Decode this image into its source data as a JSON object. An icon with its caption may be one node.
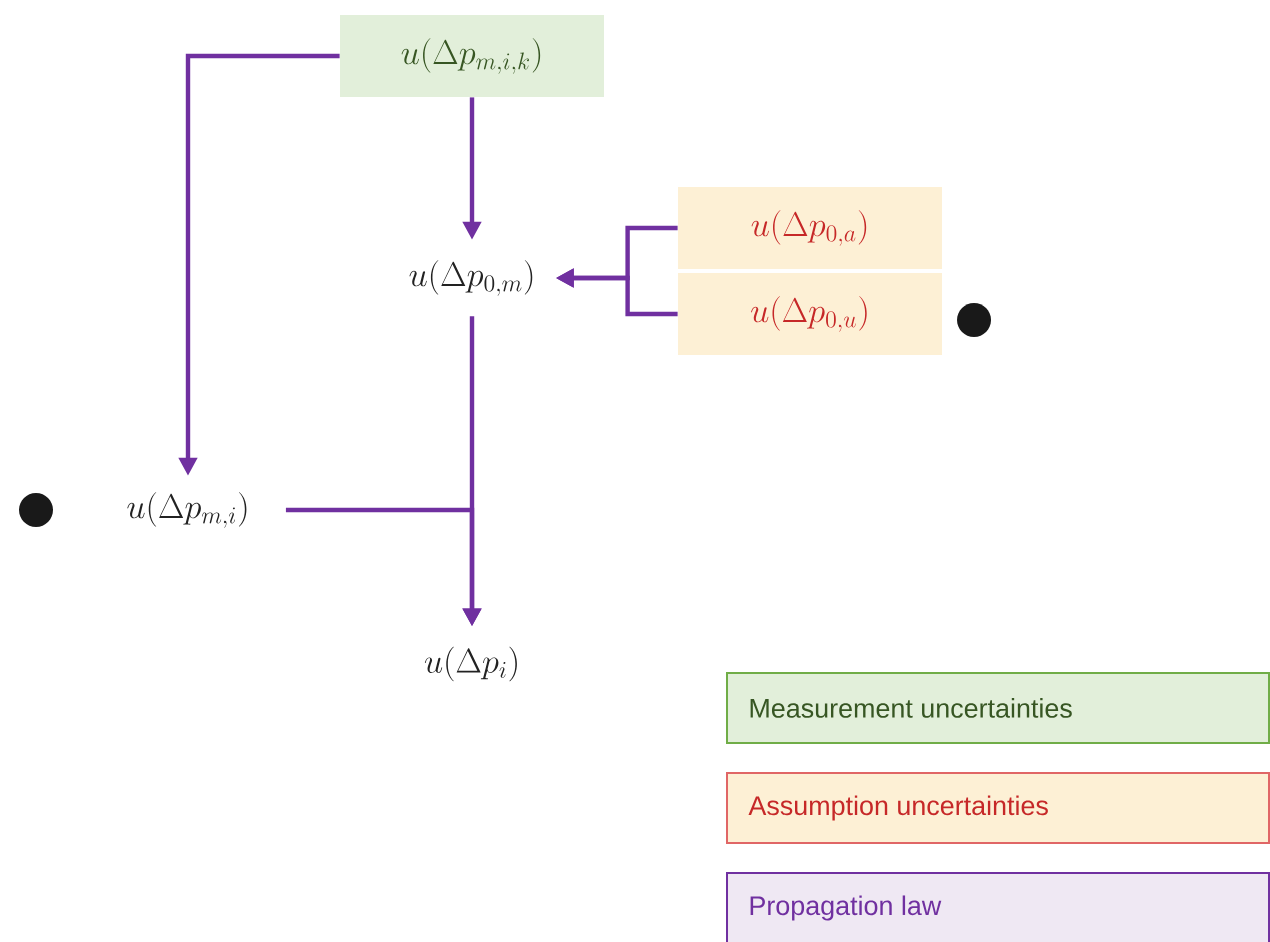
{
  "diagram": {
    "nodes": [
      {
        "text": [
          "u(\\Delta p_{m,i,k})"
        ]
      },
      {
        "text": [
          "u(\\Delta p_{0,m})"
        ]
      },
      {
        "text": [
          "u(\\Delta p_{0,a})"
        ]
      },
      {
        "text": [
          "u(\\Delta p_{0,u})"
        ]
      },
      {
        "text": [
          "u(\\Delta p_{m,i})"
        ]
      },
      {
        "text": [
          "u(\\Delta p_{i})"
        ]
      }
    ],
    "edges": [
      {
        "from": 0,
        "to": 1,
        "arrow": "to"
      },
      {
        "from": 0,
        "to": 4,
        "arrow": "to"
      },
      {
        "from": 2,
        "to": 1,
        "arrow": "to"
      },
      {
        "from": 3,
        "to": 1,
        "arrow": "to"
      },
      {
        "from": 1,
        "to": 5,
        "arrow": "to"
      },
      {
        "from": 4,
        "to": 5,
        "arrow": "to"
      }
    ],
    "legend": [
      {
        "text": "Measurement uncertainties",
        "color": "#e2efda"
      },
      {
        "text": "Assumption uncertainties",
        "color": "#fdf0d5"
      },
      {
        "text": "Propagation law",
        "color": "#efe8f3"
      }
    ]
  }
}
